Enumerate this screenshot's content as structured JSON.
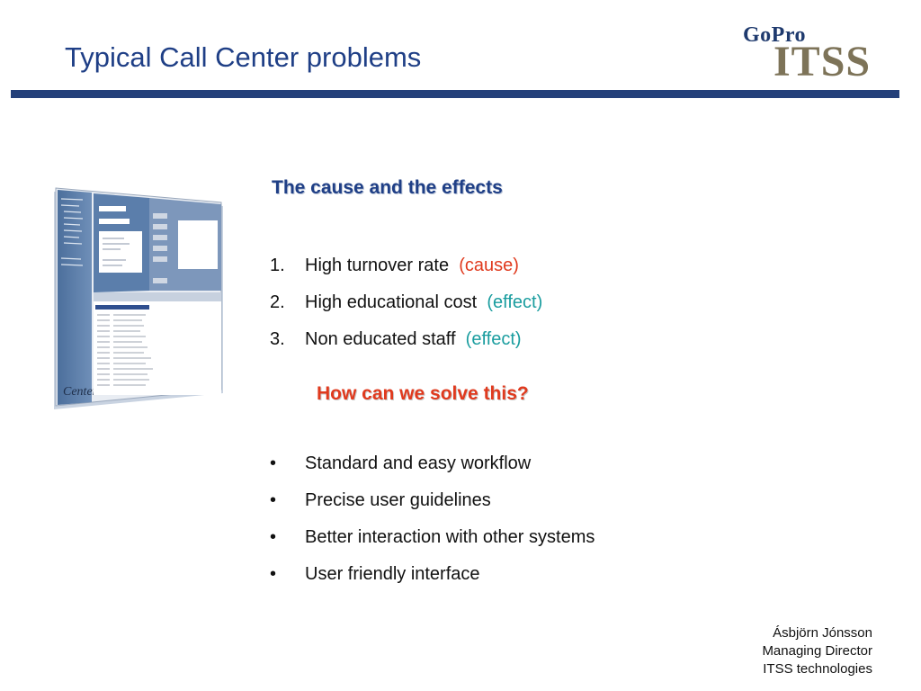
{
  "slide": {
    "title": "Typical Call Center problems",
    "logo": {
      "top": "GoPro",
      "bottom": "ITSS"
    },
    "section_heading": "The cause and the effects",
    "problems": [
      {
        "number": "1.",
        "text": "High turnover rate",
        "tag": "(cause)",
        "tag_type": "cause"
      },
      {
        "number": "2.",
        "text": "High educational cost",
        "tag": "(effect)",
        "tag_type": "effect"
      },
      {
        "number": "3.",
        "text": "Non educated staff",
        "tag": "(effect)",
        "tag_type": "effect"
      }
    ],
    "question": "How can we solve this?",
    "solutions": [
      {
        "bullet": "•",
        "text": "Standard and easy workflow"
      },
      {
        "bullet": "•",
        "text": "Precise user guidelines"
      },
      {
        "bullet": "•",
        "text": "Better interaction with other systems"
      },
      {
        "bullet": "•",
        "text": "User friendly interface"
      }
    ],
    "screenshot_label": "Center",
    "signature": {
      "name": "Ásbjörn Jónsson",
      "role": "Managing Director",
      "company": "ITSS technologies"
    },
    "colors": {
      "title": "#1f3f86",
      "rule": "#24407a",
      "cause": "#e03a1e",
      "effect": "#1a9d9f",
      "logo_itss": "#7d7358"
    }
  }
}
